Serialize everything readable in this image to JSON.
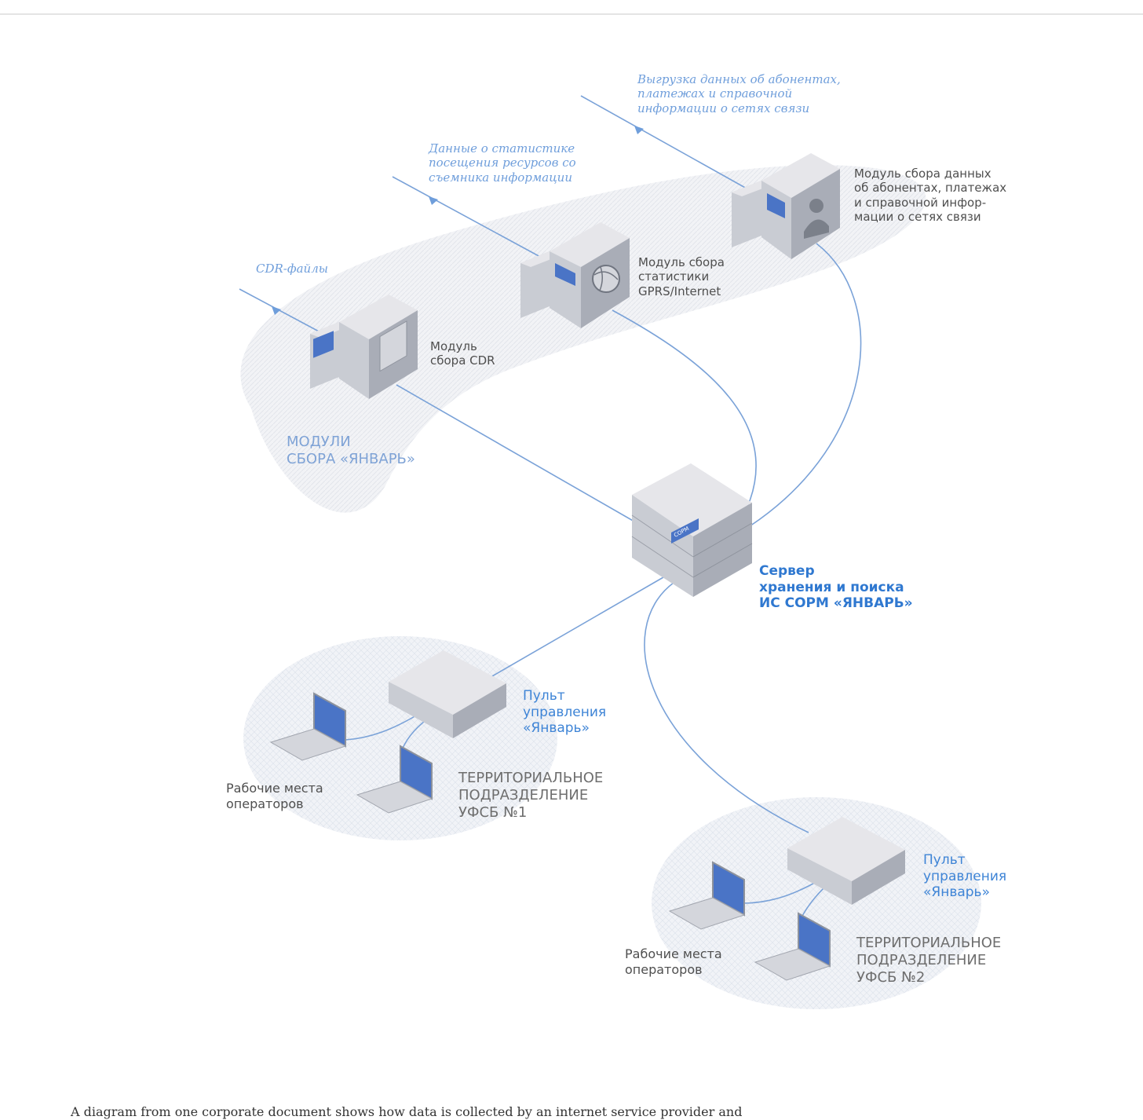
{
  "feeds": {
    "cdr": "CDR-файлы",
    "stats": [
      "Данные о статистике",
      "посещения ресурсов со",
      "съемника информации"
    ],
    "subscribers": [
      "Выгрузка данных об абонентах,",
      "платежах и справочной",
      "информации о сетях связи"
    ]
  },
  "modules": {
    "cdr": [
      "Модуль",
      "сбора CDR"
    ],
    "gprs": [
      "Модуль сбора",
      "статистики",
      "GPRS/Internet"
    ],
    "subscribers": [
      "Модуль сбора данных",
      "об абонентах, платежах",
      "и справочной инфор-",
      "мации о сетях связи"
    ],
    "group_title": [
      "МОДУЛИ",
      "СБОРА «ЯНВАРЬ»"
    ]
  },
  "server": {
    "title": [
      "Сервер",
      "хранения и поиска",
      "ИС СОРМ «ЯНВАРЬ»"
    ],
    "display": "СОРМ"
  },
  "divisions": [
    {
      "console": [
        "Пульт",
        "управления",
        "«Январь»"
      ],
      "workplaces": [
        "Рабочие места",
        "операторов"
      ],
      "title": [
        "ТЕРРИТОРИАЛЬНОЕ",
        "ПОДРАЗДЕЛЕНИЕ",
        "УФСБ №1"
      ]
    },
    {
      "console": [
        "Пульт",
        "управления",
        "«Январь»"
      ],
      "workplaces": [
        "Рабочие места",
        "операторов"
      ],
      "title": [
        "ТЕРРИТОРИАЛЬНОЕ",
        "ПОДРАЗДЕЛЕНИЕ",
        "УФСБ №2"
      ]
    }
  ],
  "caption": "A diagram from one corporate document shows how data is collected by an internet service provider and",
  "colors": {
    "line": "#7aa2d8",
    "label_blue": "#3e84d6",
    "label_dark": "#4f4f4f",
    "screen": "#4a74c6",
    "device_top": "#e6e6ea",
    "device_front": "#c9ccd3",
    "device_side": "#a9adb7",
    "zone": "#eceef2"
  }
}
